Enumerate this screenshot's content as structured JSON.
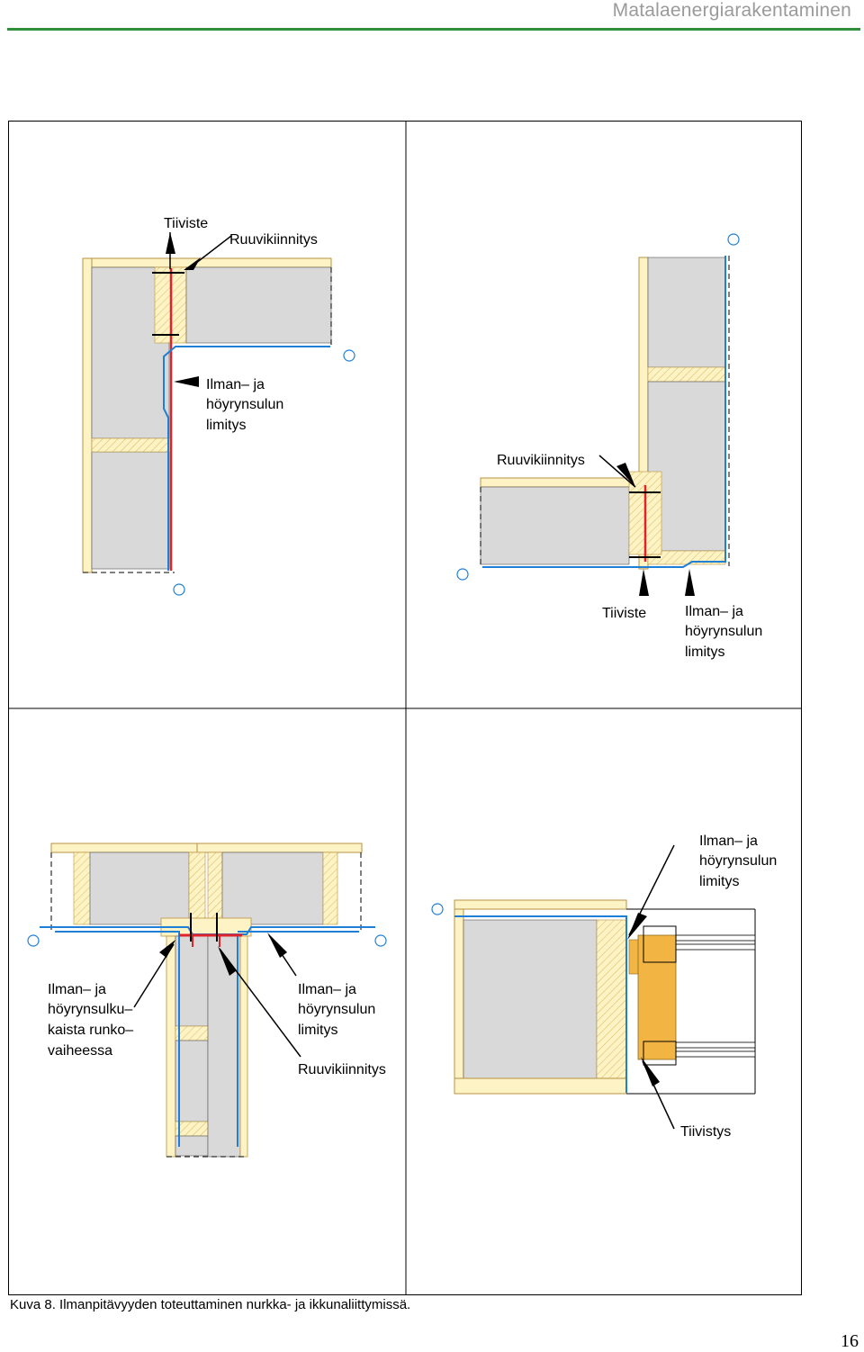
{
  "header": {
    "title": "Matalaenergiarakentaminen"
  },
  "figure": {
    "panel1": {
      "label_seal": "Tiiviste",
      "label_screw": "Ruuvikiinnitys",
      "label_overlap": [
        "Ilman– ja",
        "höyrynsulun",
        "limitys"
      ]
    },
    "panel2": {
      "label_screw": "Ruuvikiinnitys",
      "label_seal": "Tiiviste",
      "label_overlap": [
        "Ilman– ja",
        "höyrynsulun",
        "limitys"
      ]
    },
    "panel3": {
      "label_strip": [
        "Ilman– ja",
        "höyrynsulku–",
        "kaista runko–",
        "vaiheessa"
      ],
      "label_overlap": [
        "Ilman– ja",
        "höyrynsulun",
        "limitys"
      ],
      "label_screw": "Ruuvikiinnitys"
    },
    "panel4": {
      "label_overlap": [
        "Ilman– ja",
        "höyrynsulun",
        "limitys"
      ],
      "label_seal": "Tiivistys"
    },
    "colors": {
      "insulation": "#d9d9d9",
      "timber": "#fdf3c4",
      "timber_edge": "#c9a24a",
      "barrier": "#1f7fd6",
      "seal": "#e0232b",
      "window_frame": "#f2b544"
    }
  },
  "caption": "Kuva 8. Ilmanpitävyyden toteuttaminen nurkka- ja ikkunaliittymissä.",
  "page_number": "16"
}
